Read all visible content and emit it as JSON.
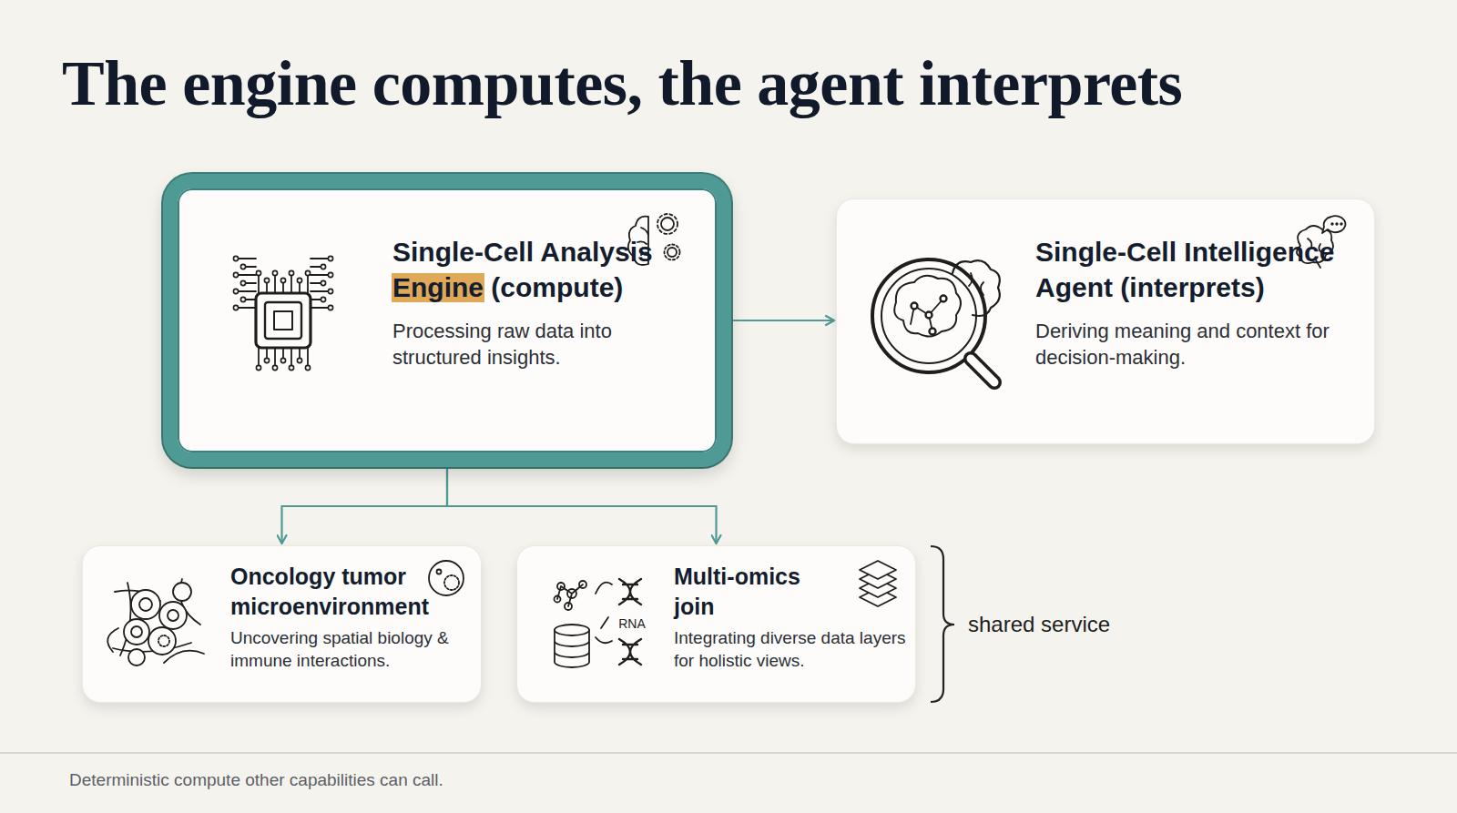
{
  "diagram": {
    "title": "The engine computes, the agent interprets",
    "caption": "Deterministic compute other capabilities can call.",
    "nodes": [
      {
        "text": [
          "Single-Cell Analysis Engine (compute)",
          "Processing raw data into structured insights."
        ]
      },
      {
        "text": [
          "Single-Cell Intelligence Agent (interprets)",
          "Deriving meaning and context for decision-making."
        ]
      },
      {
        "text": [
          "Oncology tumor microenvironment",
          "Uncovering spatial biology & immune interactions."
        ]
      },
      {
        "text": [
          "Multi-omics join",
          "Integrating diverse data layers for holistic views."
        ]
      }
    ],
    "edges": [
      {
        "from": 0,
        "to": 1,
        "arrow": "to"
      },
      {
        "from": 0,
        "to": 2,
        "arrow": "to"
      },
      {
        "from": 0,
        "to": 3,
        "arrow": "to"
      }
    ],
    "labels": [
      "RNA",
      "shared service"
    ]
  }
}
